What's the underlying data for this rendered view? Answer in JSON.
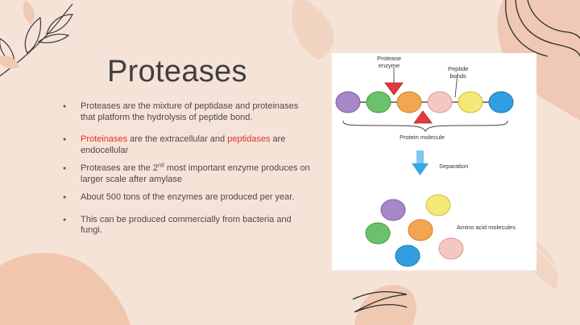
{
  "slide": {
    "title": "Proteases",
    "bullets": [
      {
        "text": "Proteases are the mixture of peptidase and proteinases that platform the hydrolysis of peptide bond."
      },
      {
        "red1": "Proteinases",
        "mid": " are the extracellular and ",
        "red2": "peptidases",
        "tail": " are endocellular"
      },
      {
        "pre": "Proteases are the 2",
        "sup": "nd",
        "post": "  most important enzyme produces on larger scale after amylase"
      },
      {
        "text": "About 500 tons of the enzymes are produced per year."
      },
      {
        "text": "This can be produced commercially from bacteria and fungi."
      }
    ]
  },
  "diagram": {
    "protease_label_line1": "Protease",
    "protease_label_line2": "enzyme",
    "peptide_label_line1": "Peptide",
    "peptide_label_line2": "bonds",
    "protein_label": "Protein molecule",
    "separation_label": "Separation",
    "amino_label": "Amino acid molecules"
  },
  "colors": {
    "background": "#f6e3d8",
    "accent_red": "#e03030",
    "purple": "#a887c9",
    "green": "#6cc26b",
    "orange": "#f4a552",
    "pink": "#f5c7c2",
    "yellow": "#f3e878",
    "blue": "#2f9fe0"
  }
}
